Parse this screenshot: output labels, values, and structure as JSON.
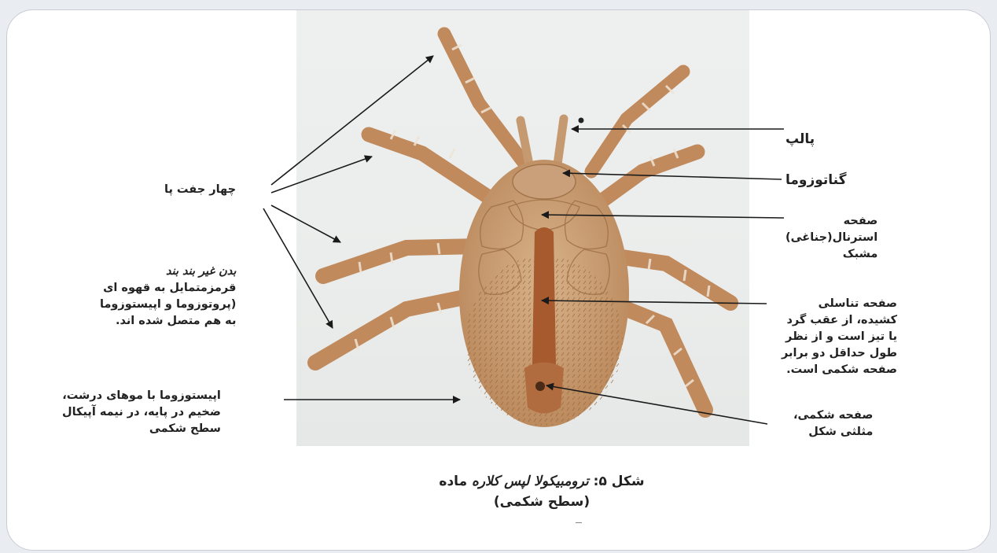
{
  "labels": {
    "palp": "پالپ",
    "gnathosoma": "گناتوزوما",
    "sternal": [
      "صفحه",
      "استرنال(جناغی)",
      "مشبک"
    ],
    "genital": [
      "صفحه تناسلی",
      "کشیده، از عقب گرد",
      "یا تیز است و از نظر",
      "طول حداقل دو برابر",
      "صفحه شکمی است."
    ],
    "ventral": [
      "صفحه شکمی،",
      "مثلثی شکل"
    ],
    "legs": "چهار جفت پا",
    "body_title": "بدن غیر بند بند",
    "body_desc": [
      "قرمزمتمایل به قهوه ای",
      "(پروتوزوما و اپیستوزوما",
      "به هم متصل شده اند."
    ],
    "opisthosoma": [
      "اپیستوزوما با موهای درشت،",
      "ضخیم در پایه، در نیمه آپیکال",
      "سطح شکمی"
    ]
  },
  "caption": {
    "prefix": "شکل ۵:",
    "species": "ترومبیکولا لپس کلاره",
    "sex": "ماده",
    "view": "(سطح شکمی)"
  },
  "colors": {
    "body": "#c89a6c",
    "legs": "#c08a5c",
    "stripe": "#a65a2e",
    "arrow": "#1a1a1a"
  }
}
